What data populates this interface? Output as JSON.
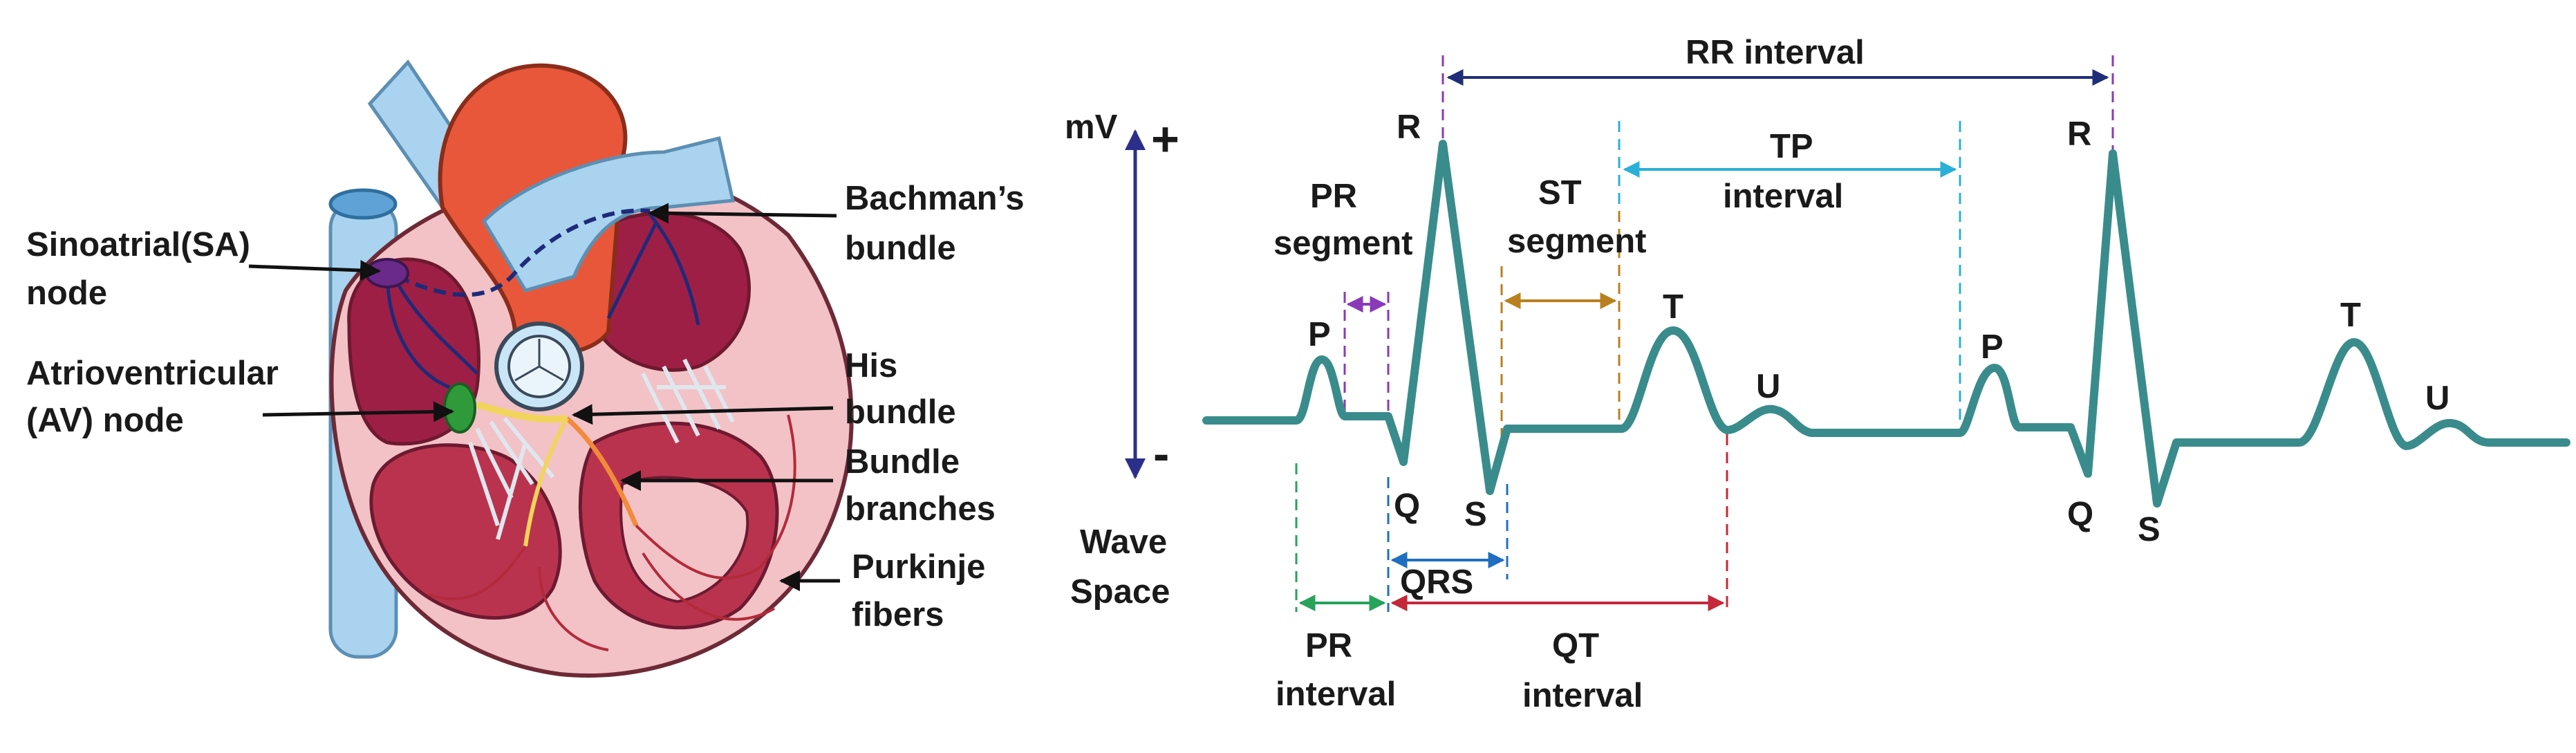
{
  "heart": {
    "labels": {
      "sa_line1": "Sinoatrial(SA)",
      "sa_line2": "node",
      "av_line1": "Atrioventricular",
      "av_line2": "(AV) node",
      "bachman_line1": "Bachman’s",
      "bachman_line2": "bundle",
      "his_line1": "His",
      "his_line2": "bundle",
      "branches_line1": "Bundle",
      "branches_line2": "branches",
      "purkinje_line1": "Purkinje",
      "purkinje_line2": "fibers"
    },
    "colors": {
      "aorta": "#e8573a",
      "vessels": "#a9d3ef",
      "myocardium": "#f2c2c6",
      "chamber": "#9e1f45",
      "conduction": "#1e2a7a",
      "sa_node": "#6a2a8a",
      "av_node": "#2e9a3a"
    }
  },
  "ecg": {
    "trace_color": "#3a8c8c",
    "axis": {
      "unit": "mV",
      "plus": "+",
      "minus": "-",
      "caption_line1": "Wave",
      "caption_line2": "Space"
    },
    "waves": {
      "p1": "P",
      "r1": "R",
      "q1": "Q",
      "s1": "S",
      "t1": "T",
      "u1": "U",
      "p2": "P",
      "r2": "R",
      "q2": "Q",
      "s2": "S",
      "t2": "T",
      "u2": "U"
    },
    "intervals": {
      "rr": {
        "label": "RR interval",
        "color": "#1f2e78"
      },
      "pr_segment": {
        "line1": "PR",
        "line2": "segment",
        "color": "#8a3ab9"
      },
      "st_segment": {
        "line1": "ST",
        "line2": "segment",
        "color": "#b8801e"
      },
      "tp_interval": {
        "line1": "TP",
        "line2": "interval",
        "color": "#2ab0d8"
      },
      "qrs": {
        "label": "QRS",
        "color": "#1f6fc0"
      },
      "pr_interval": {
        "line1": "PR",
        "line2": "interval",
        "color": "#27a35a"
      },
      "qt_interval": {
        "line1": "QT",
        "line2": "interval",
        "color": "#c4283a"
      }
    }
  }
}
